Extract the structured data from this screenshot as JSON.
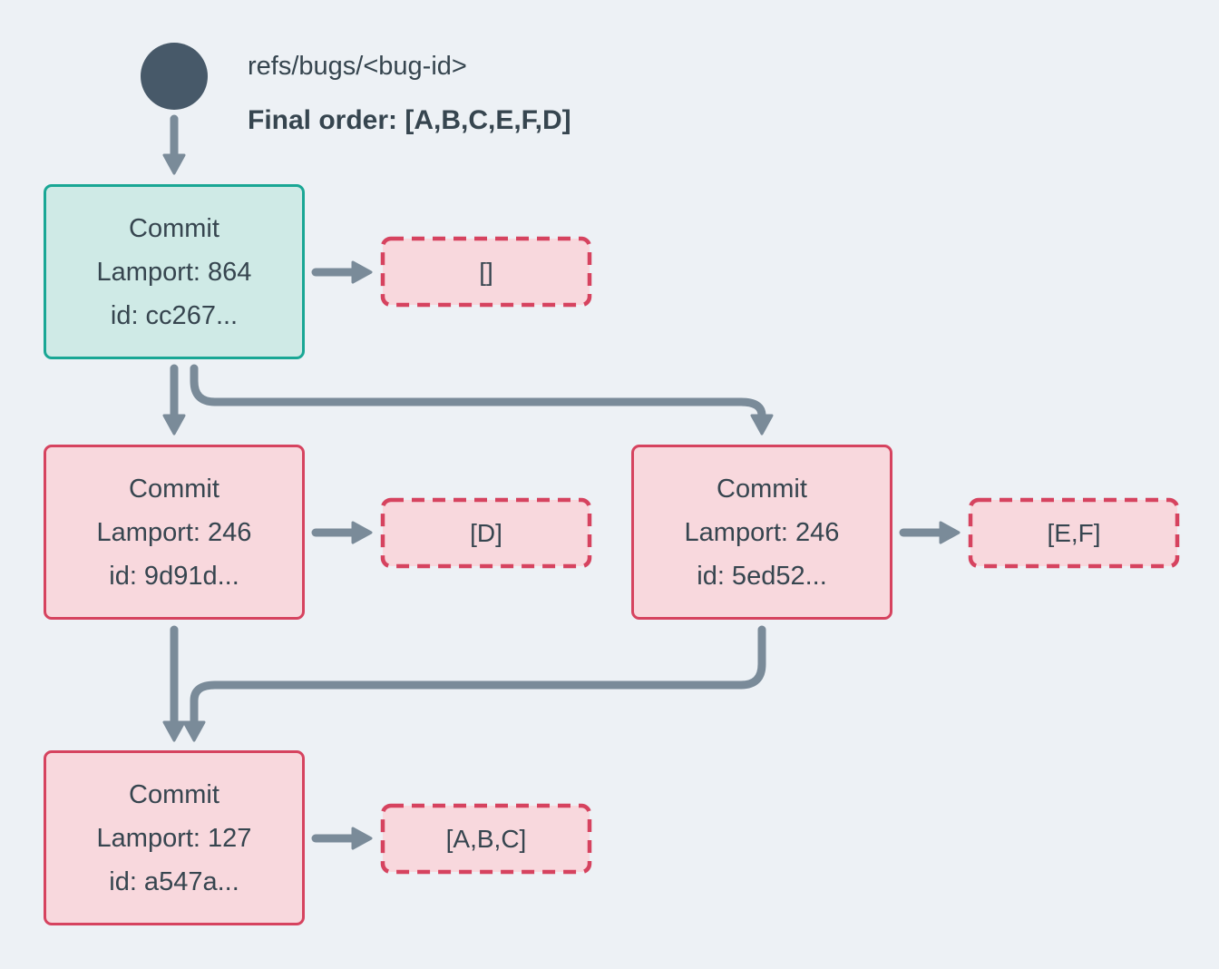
{
  "palette": {
    "background": "#edf1f5",
    "arrow_slate": "#7a8b99",
    "ref_dot": "#475969",
    "text_dark": "#36454f",
    "teal_border": "#1aa795",
    "teal_fill": "#cfeae6",
    "red_border": "#d6435f",
    "pink_fill": "#f8d8dd"
  },
  "header": {
    "ref_name": "refs/bugs/<bug-id>",
    "final_order": "Final order: [A,B,C,E,F,D]"
  },
  "nodes": {
    "root": {
      "title": "Commit",
      "lamport": "Lamport: 864",
      "id_line": "id: cc267...",
      "operations": "[]"
    },
    "left": {
      "title": "Commit",
      "lamport": "Lamport: 246",
      "id_line": "id: 9d91d...",
      "operations": "[D]"
    },
    "right": {
      "title": "Commit",
      "lamport": "Lamport: 246",
      "id_line": "id: 5ed52...",
      "operations": "[E,F]"
    },
    "bottom": {
      "title": "Commit",
      "lamport": "Lamport: 127",
      "id_line": "id: a547a...",
      "operations": "[A,B,C]"
    }
  }
}
